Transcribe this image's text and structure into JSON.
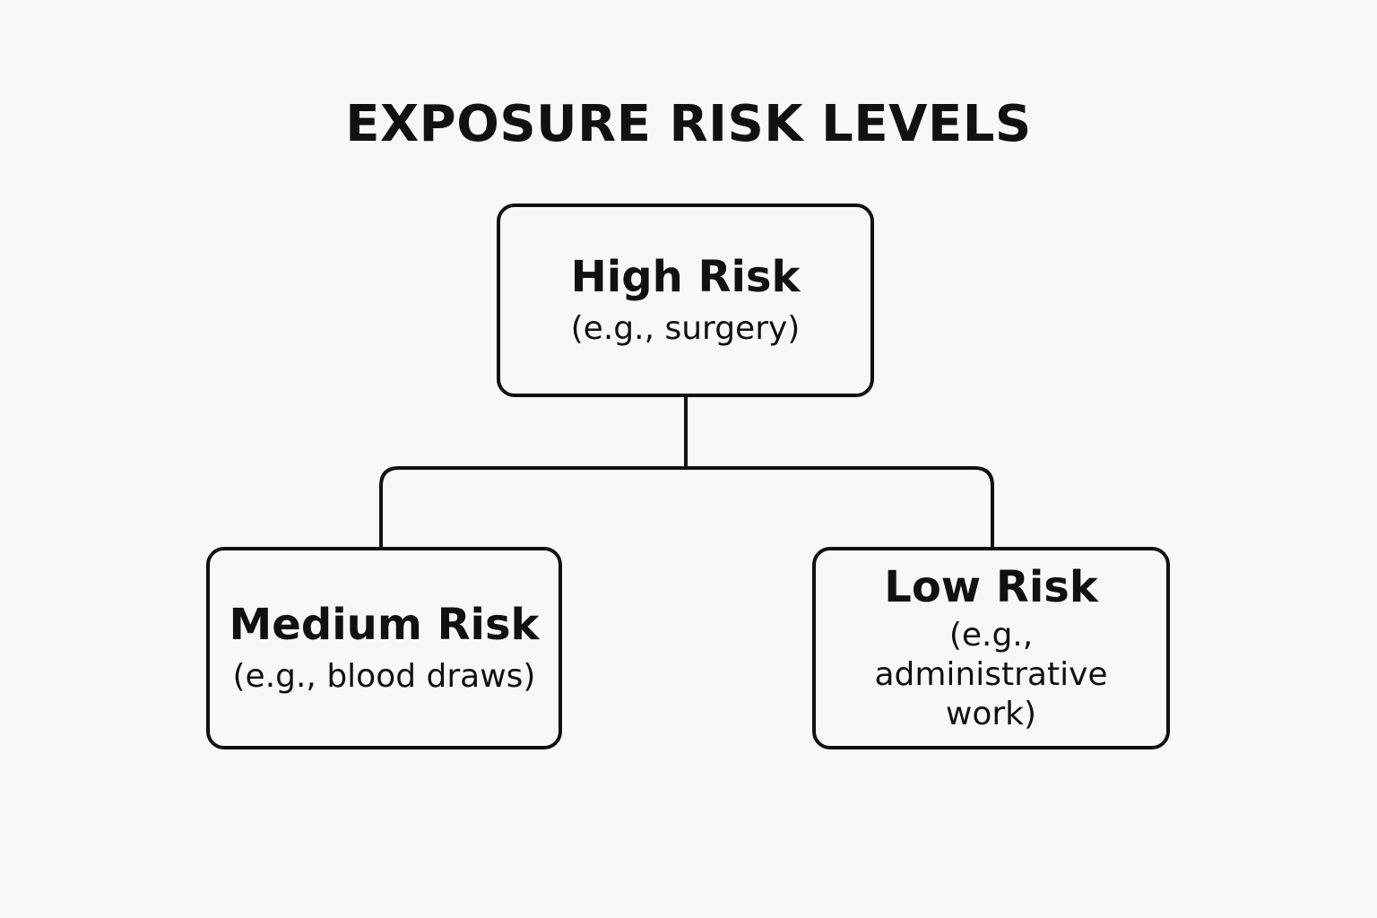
{
  "diagram": {
    "title": "EXPOSURE RISK LEVELS",
    "nodes": {
      "high": {
        "label": "High Risk",
        "example": "(e.g., surgery)"
      },
      "medium": {
        "label": "Medium Risk",
        "example": "(e.g., blood draws)"
      },
      "low": {
        "label": "Low Risk",
        "example": "(e.g., administrative work)"
      }
    },
    "edges": [
      {
        "from": "High Risk",
        "to": "Medium Risk"
      },
      {
        "from": "High Risk",
        "to": "Low Risk"
      }
    ],
    "colors": {
      "background": "#f8f8f8",
      "stroke": "#111111",
      "text": "#111111"
    }
  }
}
